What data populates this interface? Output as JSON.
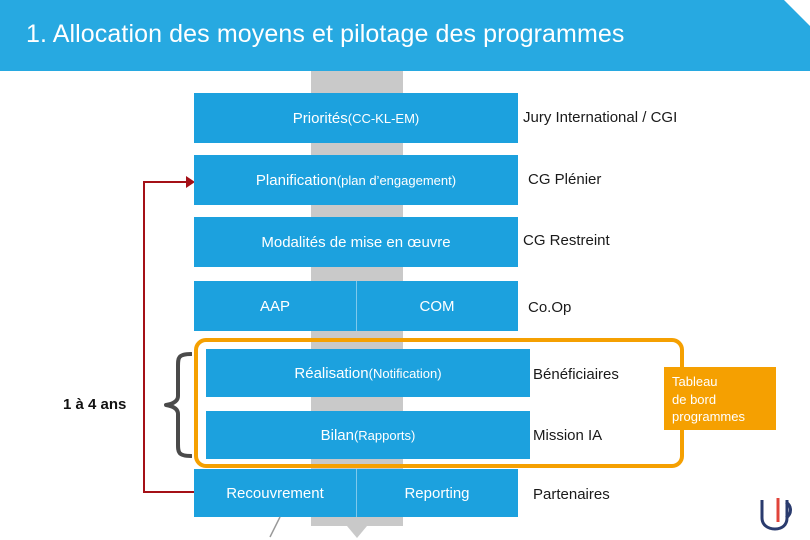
{
  "header": {
    "title": "1. Allocation des moyens et pilotage des programmes",
    "accent_color": "#27a9e1"
  },
  "flow": {
    "rows": [
      {
        "box_label": "Priorités (CC-KL-EM)",
        "box_label_main": "Priorités ",
        "box_label_small": "(CC-KL-EM)",
        "right_label": "Jury International / CGI"
      },
      {
        "box_label_main": "Planification ",
        "box_label_small": "(plan d’engagement)",
        "right_label": "CG Plénier"
      },
      {
        "box_label_main": "Modalités de mise en œuvre",
        "box_label_small": "",
        "right_label": "CG Restreint"
      },
      {
        "box_label_left": "AAP",
        "box_label_right": "COM",
        "right_label": "Co.Op"
      },
      {
        "box_label_main": "Réalisation ",
        "box_label_small": "(Notification)",
        "right_label": "Bénéficiaires"
      },
      {
        "box_label_main": "Bilan  ",
        "box_label_small": "(Rapports)",
        "right_label": "Mission IA"
      },
      {
        "box_label_left": "Recouvrement",
        "box_label_right": "Reporting",
        "right_label": "Partenaires"
      }
    ]
  },
  "annotations": {
    "duration_label": "1 à 4 ans",
    "dashboard_label": "Tableau de bord programmes",
    "dashboard_line1": "Tableau",
    "dashboard_line2": "de bord",
    "dashboard_line3": "programmes"
  },
  "colors": {
    "blue_box": "#1ca1de",
    "header_blue": "#27a9e1",
    "orange": "#f5a001",
    "red": "#a41017",
    "grey_arrow": "#c9c9c9"
  }
}
